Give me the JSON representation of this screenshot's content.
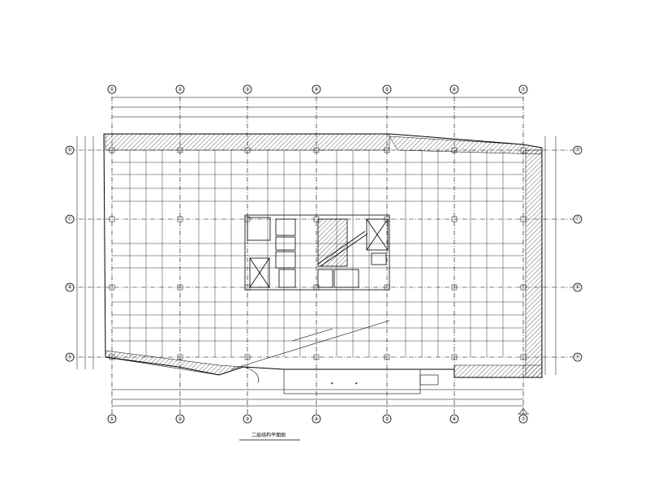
{
  "drawing": {
    "title": "二层结构平面图",
    "grid_axes_vertical": [
      "①",
      "②",
      "③",
      "④",
      "⑤",
      "⑥",
      "⑦"
    ],
    "grid_axes_horizontal": [
      "Ⓐ",
      "Ⓑ",
      "Ⓒ",
      "Ⓓ"
    ],
    "line_color": "#000000",
    "background_color": "#ffffff"
  }
}
